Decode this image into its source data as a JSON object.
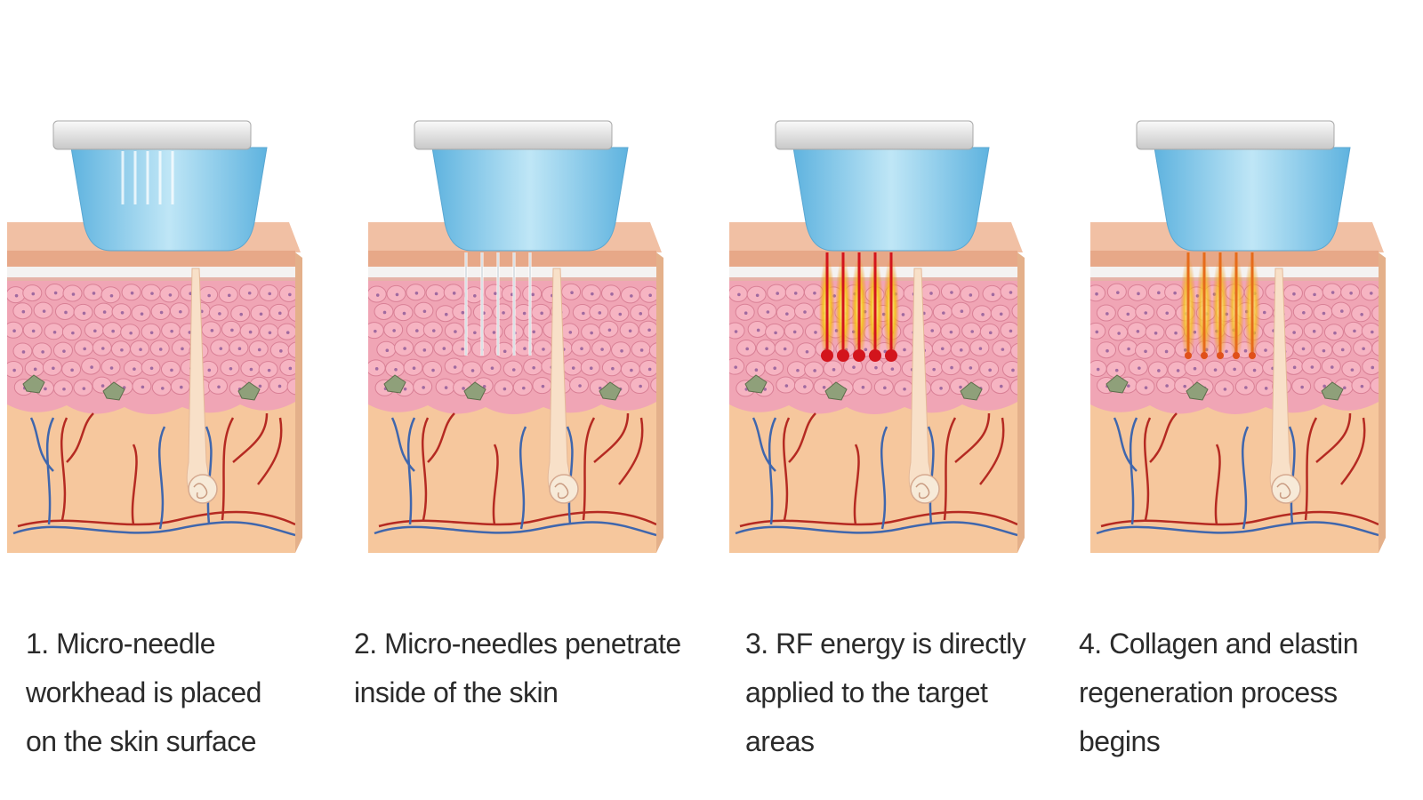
{
  "steps": [
    {
      "id": 1,
      "needle_state": "retracted",
      "caption_lines": [
        "1. Micro-needle",
        "workhead is placed",
        "on the skin surface"
      ]
    },
    {
      "id": 2,
      "needle_state": "penetrating",
      "caption_lines": [
        "2. Micro-needles penetrate",
        "inside of the skin"
      ]
    },
    {
      "id": 3,
      "needle_state": "rf-energy",
      "caption_lines": [
        "3. RF energy is directly",
        "applied to the target",
        "areas"
      ]
    },
    {
      "id": 4,
      "needle_state": "regeneration",
      "caption_lines": [
        "4. Collagen and elastin",
        "regeneration process",
        "begins"
      ]
    }
  ],
  "colors": {
    "epidermis": "#e7a888",
    "epidermis_top": "#f1c0a4",
    "cell": "#f6b4c2",
    "cell_stroke": "#d98096",
    "dermis": "#f6c79d",
    "artery": "#b52a22",
    "vein": "#3f66ad",
    "workhead_cap": "#eeeeee",
    "workhead_body": "#7cc6e9",
    "rf_glow": "#f5c21b",
    "rf_hot": "#d3141c"
  }
}
